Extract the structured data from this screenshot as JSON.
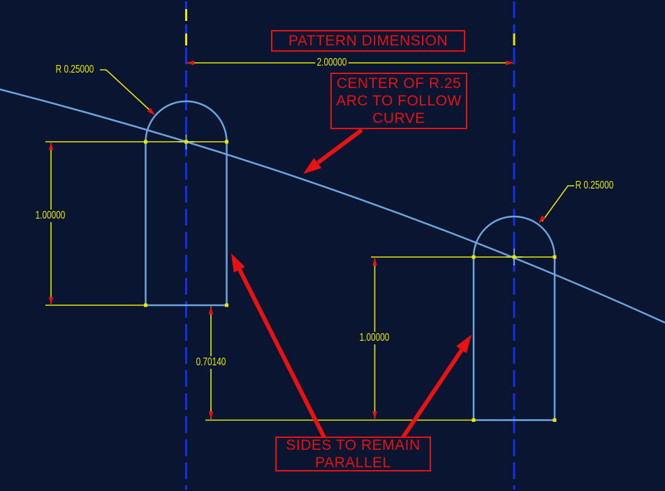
{
  "colors": {
    "background": "#091531",
    "geometry_blue": "#6ca6dd",
    "centerline_blue": "#1230e0",
    "dimension_yellow": "#e8e800",
    "annotation_red": "#e81212"
  },
  "annotations": {
    "pattern_dimension": {
      "text": "PATTERN DIMENSION"
    },
    "center_note": {
      "line1": "CENTER OF R.25",
      "line2": "ARC TO FOLLOW",
      "line3": "CURVE"
    },
    "parallel_note": {
      "line1": "SIDES TO REMAIN",
      "line2": "PARALLEL"
    }
  },
  "dimensions": {
    "pattern_width": "2.00000",
    "left_slot_height": "1.00000",
    "right_slot_height": "1.00000",
    "bottom_offset": "0.70140",
    "left_arc_radius": "R 0.25000",
    "right_arc_radius": "R 0.25000"
  }
}
